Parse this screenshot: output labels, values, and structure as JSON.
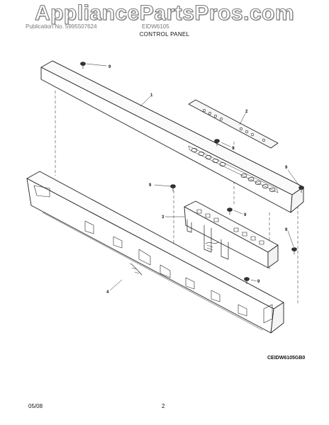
{
  "watermark": "AppliancePartsPros.com",
  "header": {
    "publication_label": "Publication No. 5995507624",
    "model_label": "EIDW6105",
    "section_title": "CONTROL PANEL"
  },
  "callouts": {
    "c1": "1",
    "c2": "2",
    "c3": "3",
    "c4": "4",
    "c9": "9"
  },
  "footer": {
    "diagram_code": "CEIDW6105GB0",
    "date": "05/08",
    "page_number": "2"
  }
}
